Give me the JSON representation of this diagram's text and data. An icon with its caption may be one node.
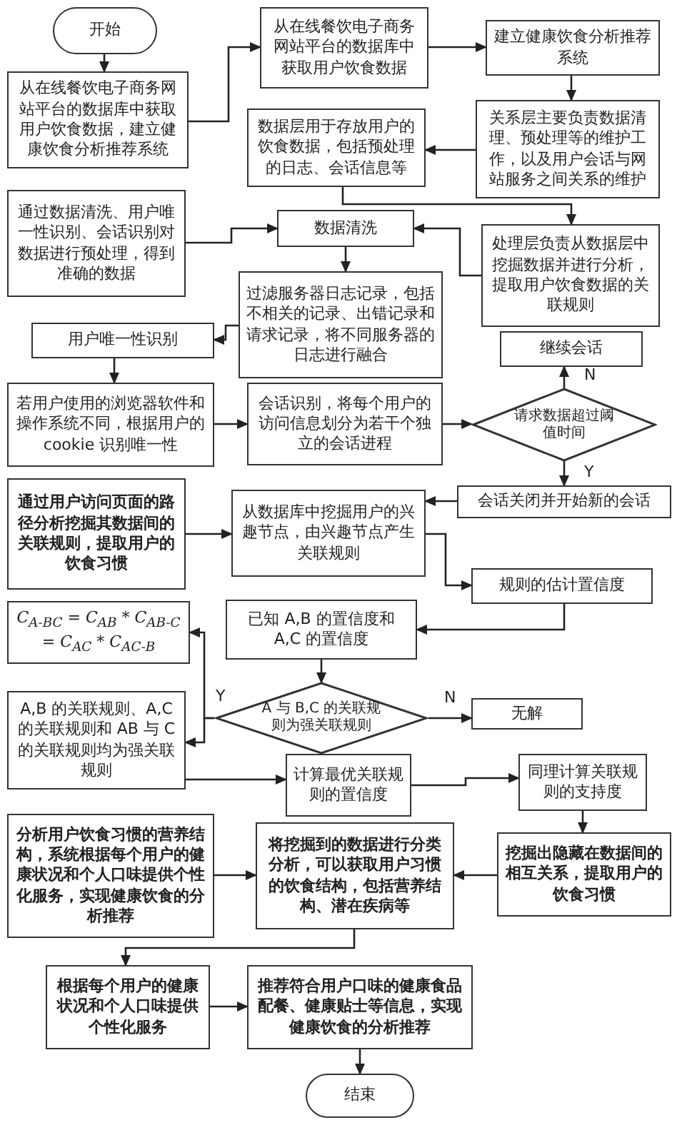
{
  "diagram": {
    "nodes": [
      {
        "text": [
          "开始"
        ]
      },
      {
        "text": [
          "从在线餐饮电子商务网站平台的数据库中获取用户饮食数据，建立健康饮食分析推荐系统"
        ]
      },
      {
        "text": [
          "从在线餐饮电子商务网站平台的数据库中获取用户饮食数据"
        ]
      },
      {
        "text": [
          "建立健康饮食分析推荐系统"
        ]
      },
      {
        "text": [
          "关系层主要负责数据清理、预处理等的维护工作，以及用户会话与网站服务之间关系的维护"
        ]
      },
      {
        "text": [
          "数据层用于存放用户的饮食数据，包括预处理的日志、会话信息等"
        ]
      },
      {
        "text": [
          "通过数据清洗、用户唯一性识别、会话识别对数据进行预处理，得到准确的数据"
        ]
      },
      {
        "text": [
          "数据清洗"
        ]
      },
      {
        "text": [
          "处理层负责从数据层中挖掘数据并进行分析，提取用户饮食数据的关联规则"
        ]
      },
      {
        "text": [
          "过滤服务器日志记录，包括不相关的记录、出错记录和请求记录，将不同服务器的日志进行融合"
        ]
      },
      {
        "text": [
          "用户唯一性识别"
        ]
      },
      {
        "text": [
          "继续会话"
        ]
      },
      {
        "text": [
          "若用户使用的浏览器软件和操作系统不同，根据用户的 cookie 识别唯一性"
        ]
      },
      {
        "text": [
          "会话识别，将每个用户的访问信息划分为若干个独立的会话进程"
        ]
      },
      {
        "text": [
          "请求数据超过阈值时间"
        ]
      },
      {
        "text": [
          "会话关闭并开始新的会话"
        ]
      },
      {
        "text": [
          "通过用户访问页面的路径分析挖掘其数据间的关联规则，提取用户的饮食习惯"
        ]
      },
      {
        "text": [
          "从数据库中挖掘用户的兴趣节点，由兴趣节点产生关联规则"
        ]
      },
      {
        "text": [
          "规则的估计置信度"
        ]
      },
      {
        "text": [
          "C$_{A-BC}$ = C$_{AB}$ * C$_{AB-C}$ = C$_{AC}$ * C$_{AC-B}$"
        ]
      },
      {
        "text": [
          "已知 A,B 的置信度和 A,C 的置信度"
        ]
      },
      {
        "text": [
          "A,B 的关联规则、A,C 的关联规则和 AB 与 C 的关联规则均为强关联规则"
        ]
      },
      {
        "text": [
          "A 与 B,C 的关联规则为强关联规则"
        ]
      },
      {
        "text": [
          "无解"
        ]
      },
      {
        "text": [
          "计算最优关联规则的置信度"
        ]
      },
      {
        "text": [
          "同理计算关联规则的支持度"
        ]
      },
      {
        "text": [
          "挖掘出隐藏在数据间的相互关系，提取用户的饮食习惯"
        ]
      },
      {
        "text": [
          "将挖掘到的数据进行分类分析，可以获取用户习惯的饮食结构，包括营养结构、潜在疾病等"
        ]
      },
      {
        "text": [
          "分析用户饮食习惯的营养结构，系统根据每个用户的健康状况和个人口味提供个性化服务，实现健康饮食的分析推荐"
        ]
      },
      {
        "text": [
          "根据每个用户的健康状况和个人口味提供个性化服务"
        ]
      },
      {
        "text": [
          "推荐符合用户口味的健康食品配餐、健康贴士等信息，实现健康饮食的分析推荐"
        ]
      },
      {
        "text": [
          "结束"
        ]
      }
    ],
    "edges": [
      {
        "from": 0,
        "to": 1,
        "arrow": "to"
      },
      {
        "from": 1,
        "to": 2,
        "arrow": "to"
      },
      {
        "from": 2,
        "to": 3,
        "arrow": "to"
      },
      {
        "from": 3,
        "to": 4,
        "arrow": "to"
      },
      {
        "from": 4,
        "to": 5,
        "arrow": "to"
      },
      {
        "from": 5,
        "to": 8,
        "arrow": "to"
      },
      {
        "from": 6,
        "to": 7,
        "arrow": "to"
      },
      {
        "from": 8,
        "to": 7,
        "arrow": "to"
      },
      {
        "from": 7,
        "to": 9,
        "arrow": "to"
      },
      {
        "from": 9,
        "to": 10,
        "arrow": "to"
      },
      {
        "from": 10,
        "to": 12,
        "arrow": "to"
      },
      {
        "from": 12,
        "to": 13,
        "arrow": "to"
      },
      {
        "from": 13,
        "to": 14,
        "arrow": "to"
      },
      {
        "from": 14,
        "to": 11,
        "arrow": "to",
        "label": "N"
      },
      {
        "from": 14,
        "to": 15,
        "arrow": "to",
        "label": "Y"
      },
      {
        "from": 15,
        "to": 17,
        "arrow": "to"
      },
      {
        "from": 16,
        "to": 17,
        "arrow": "to"
      },
      {
        "from": 17,
        "to": 18,
        "arrow": "to"
      },
      {
        "from": 18,
        "to": 20,
        "arrow": "to"
      },
      {
        "from": 20,
        "to": 22,
        "arrow": "to"
      },
      {
        "from": 22,
        "to": 19,
        "arrow": "to",
        "label": "Y"
      },
      {
        "from": 22,
        "to": 21,
        "arrow": "to"
      },
      {
        "from": 22,
        "to": 23,
        "arrow": "to",
        "label": "N"
      },
      {
        "from": 21,
        "to": 24,
        "arrow": "to"
      },
      {
        "from": 24,
        "to": 25,
        "arrow": "to"
      },
      {
        "from": 25,
        "to": 26,
        "arrow": "to"
      },
      {
        "from": 26,
        "to": 27,
        "arrow": "to"
      },
      {
        "from": 28,
        "to": 27,
        "arrow": "to"
      },
      {
        "from": 27,
        "to": 29,
        "arrow": "to"
      },
      {
        "from": 29,
        "to": 30,
        "arrow": "to"
      },
      {
        "from": 30,
        "to": 31,
        "arrow": "to"
      }
    ]
  }
}
